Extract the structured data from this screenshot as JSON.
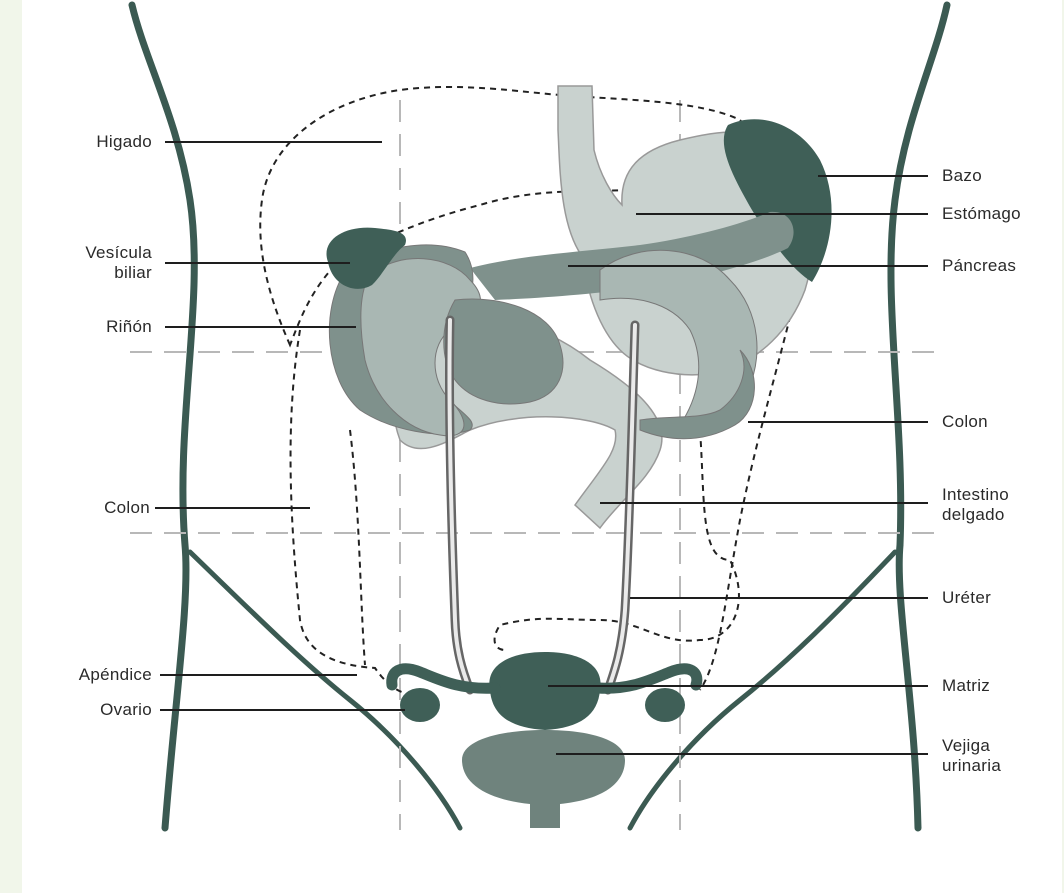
{
  "figure": {
    "labels_left": {
      "higado": "Higado",
      "vesicula": "Vesícula\nbiliar",
      "rinon": "Riñón",
      "colon": "Colon",
      "apendice": "Apéndice",
      "ovario": "Ovario"
    },
    "labels_right": {
      "bazo": "Bazo",
      "estomago": "Estómago",
      "pancreas": "Páncreas",
      "colon": "Colon",
      "intestino": "Intestino\ndelgado",
      "ureter": "Uréter",
      "matriz": "Matriz",
      "vejiga": "Vejiga\nurinaria"
    }
  },
  "colors": {
    "background_border": "#f1f6ea",
    "body_outline": "#3b5a52",
    "dark_organ": "#3f5f57",
    "mid_organ": "#7f918c",
    "light_organ": "#a9b7b3",
    "pale_organ": "#c9d2cf",
    "leader_line": "#1e1e1e"
  }
}
